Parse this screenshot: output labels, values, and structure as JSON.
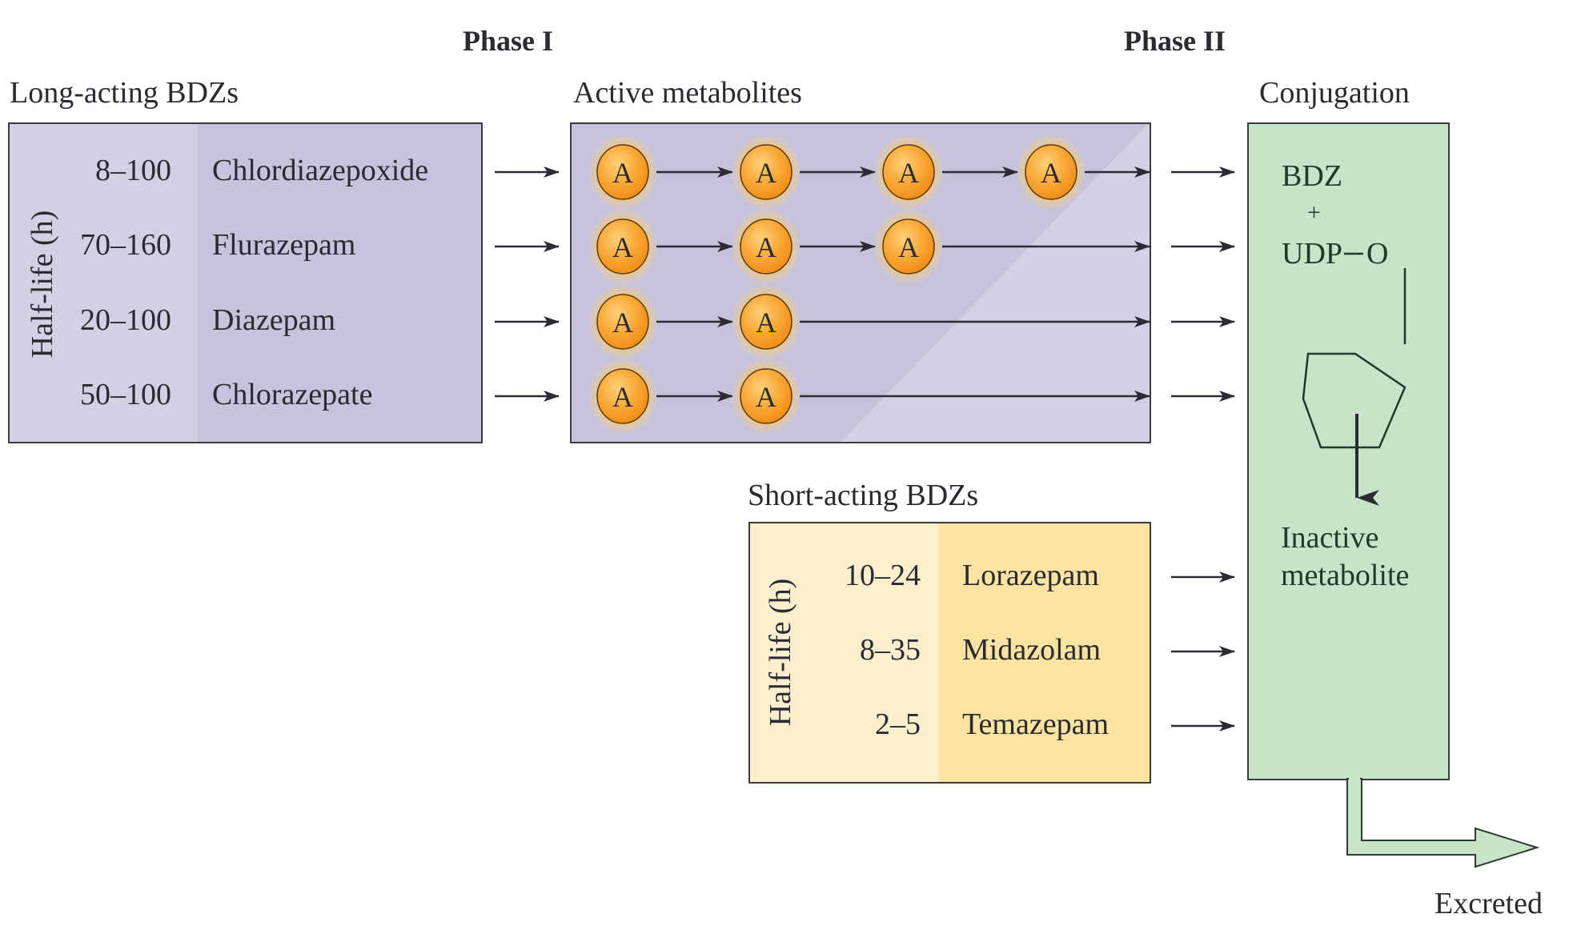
{
  "headers": {
    "phase1": "Phase I",
    "phase2": "Phase II"
  },
  "long_acting": {
    "title": "Long-acting BDZs",
    "axis_label": "Half-life (h)",
    "rows": [
      {
        "half_life": "8–100",
        "drug": "Chlordiazepoxide",
        "active_metabolites": 4
      },
      {
        "half_life": "70–160",
        "drug": "Flurazepam",
        "active_metabolites": 3
      },
      {
        "half_life": "20–100",
        "drug": "Diazepam",
        "active_metabolites": 2
      },
      {
        "half_life": "50–100",
        "drug": "Chlorazepate",
        "active_metabolites": 2
      }
    ]
  },
  "active_metabolites": {
    "title": "Active metabolites",
    "metabolite_symbol": "A"
  },
  "short_acting": {
    "title": "Short-acting BDZs",
    "axis_label": "Half-life (h)",
    "rows": [
      {
        "half_life": "10–24",
        "drug": "Lorazepam"
      },
      {
        "half_life": "8–35",
        "drug": "Midazolam"
      },
      {
        "half_life": "2–5",
        "drug": "Temazepam"
      }
    ]
  },
  "conjugation": {
    "title": "Conjugation",
    "bdz": "BDZ",
    "plus": "+",
    "udp": "UDP",
    "oxygen": "O",
    "product_line1": "Inactive",
    "product_line2": "metabolite"
  },
  "excreted": "Excreted",
  "colors": {
    "long_box_light": "#d3d0e4",
    "long_box_dark": "#c7c3dc",
    "metabolite_box_dark": "#c6c2db",
    "metabolite_box_light": "#d3d0e4",
    "short_box_light": "#fdefce",
    "short_box_dark": "#fde3a0",
    "conjugation_box": "#c7e3c8",
    "metabolite_fill": "#f7a22e",
    "arrow": "#2b2b33"
  }
}
